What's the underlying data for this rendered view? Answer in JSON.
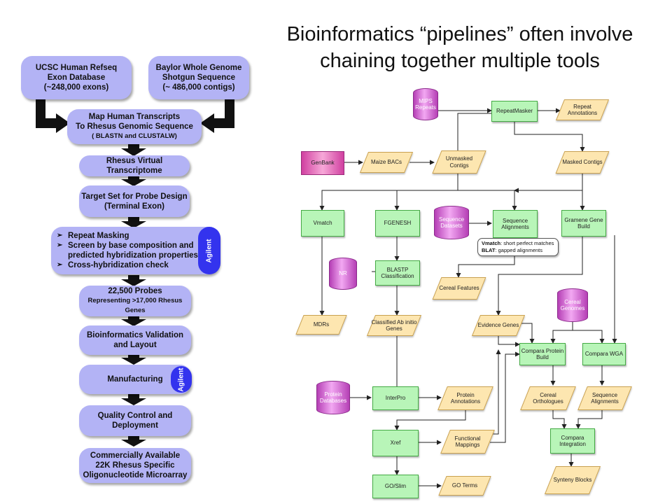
{
  "title": "Bioinformatics “pipelines” often involve chaining together multiple tools",
  "left_flow": {
    "ucsc": {
      "line1": "UCSC Human Refseq",
      "line2": "Exon Database",
      "line3": "(~248,000 exons)"
    },
    "baylor": {
      "line1": "Baylor Whole Genome",
      "line2": "Shotgun Sequence",
      "line3": "(~ 486,000 contigs)"
    },
    "map": {
      "line1": "Map Human Transcripts",
      "line2": "To Rhesus Genomic Sequence",
      "line3": "( BLASTN and CLUSTALW)"
    },
    "virtual": "Rhesus Virtual Transcriptome",
    "target": {
      "line1": "Target Set for Probe Design",
      "line2": "(Terminal Exon)"
    },
    "masking": [
      "Repeat Masking",
      "Screen by base composition and predicted hybridization properties",
      "Cross-hybridization check"
    ],
    "agilent": "Agilent",
    "probes": {
      "line1": "22,500 Probes",
      "line2": "Representing >17,000 Rhesus Genes"
    },
    "validation": {
      "line1": "Bioinformatics Validation",
      "line2": "and Layout"
    },
    "manufacturing": "Manufacturing",
    "qc": {
      "line1": "Quality Control and",
      "line2": "Deployment"
    },
    "commercial": {
      "line1": "Commercially Available",
      "line2": "22K Rhesus Specific",
      "line3": "Oligonucleotide Microarray"
    }
  },
  "pipeline": {
    "mips": "MIPS Repeats",
    "repeatmasker": "RepeatMasker",
    "repeat_annotations": "Repeat Annotations",
    "genbank": "GenBank",
    "maize_bacs": "Maize BACs",
    "unmasked_contigs": "Unmasked Contigs",
    "masked_contigs": "Masked Contigs",
    "vmatch": "Vmatch",
    "fgenesh": "FGENESH",
    "sequence_datasets": "Sequence Datasets",
    "sequence_alignments_1": "Sequence Alignments",
    "gramene_gene_build": "Gramene Gene Build",
    "note_vmatch": "Vmatch",
    "note_vmatch_rest": ": short perfect matches",
    "note_blat": "BLAT",
    "note_blat_rest": ": gapped alignments",
    "nr": "NR",
    "blastp": "BLASTP Classification",
    "cereal_features": "Cereal Features",
    "cereal_genomes": "Cereal Genomes",
    "mdrs": "MDRs",
    "classified": "Classified Ab initio Genes",
    "evidence_genes": "Evidence Genes",
    "compara_protein": "Compara Protein Build",
    "compara_wga": "Compara WGA",
    "protein_databases": "Protein Databases",
    "interpro": "InterPro",
    "protein_annotations": "Protein Annotations",
    "cereal_orthologues": "Cereal Orthologues",
    "sequence_alignments_2": "Sequence Alignments",
    "xref": "Xref",
    "functional_mappings": "Functional Mappings",
    "compara_integration": "Compara Integration",
    "goslim": "GO/Slim",
    "go_terms": "GO Terms",
    "synteny_blocks": "Synteny Blocks"
  },
  "colors": {
    "left_box": "#b3b3f5",
    "agilent_badge": "#3333ee",
    "process": "#b8f5b8",
    "data": "#fde6b0",
    "database": "#c455c4"
  }
}
